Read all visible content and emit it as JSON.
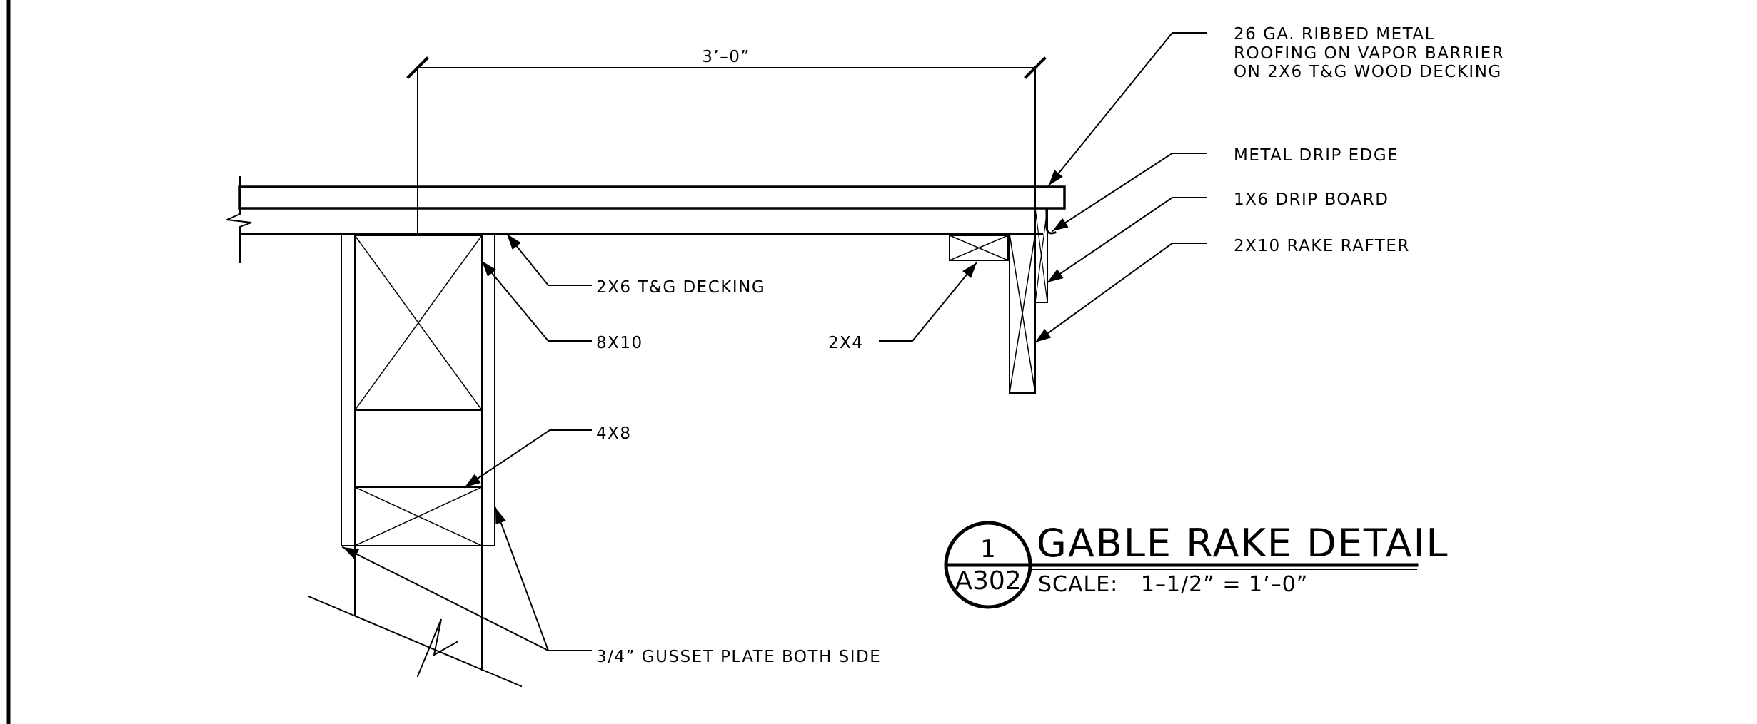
{
  "dimension": {
    "label": "3’–0”"
  },
  "callouts": {
    "roofing": [
      "26 GA. RIBBED METAL",
      "ROOFING ON VAPOR BARRIER",
      "ON 2X6 T&G WOOD DECKING"
    ],
    "drip_edge": "METAL DRIP EDGE",
    "drip_board": "1X6 DRIP BOARD",
    "rake_rafter": "2X10 RAKE RAFTER",
    "decking": "2X6 T&G DECKING",
    "beam": "8X10",
    "nailer": "2X4",
    "brace": "4X8",
    "gusset": "3/4” GUSSET PLATE BOTH SIDE"
  },
  "title_block": {
    "detail_number": "1",
    "sheet_number": "A302",
    "title": "GABLE RAKE DETAIL",
    "scale": "SCALE:   1–1/2” = 1’–0”"
  }
}
